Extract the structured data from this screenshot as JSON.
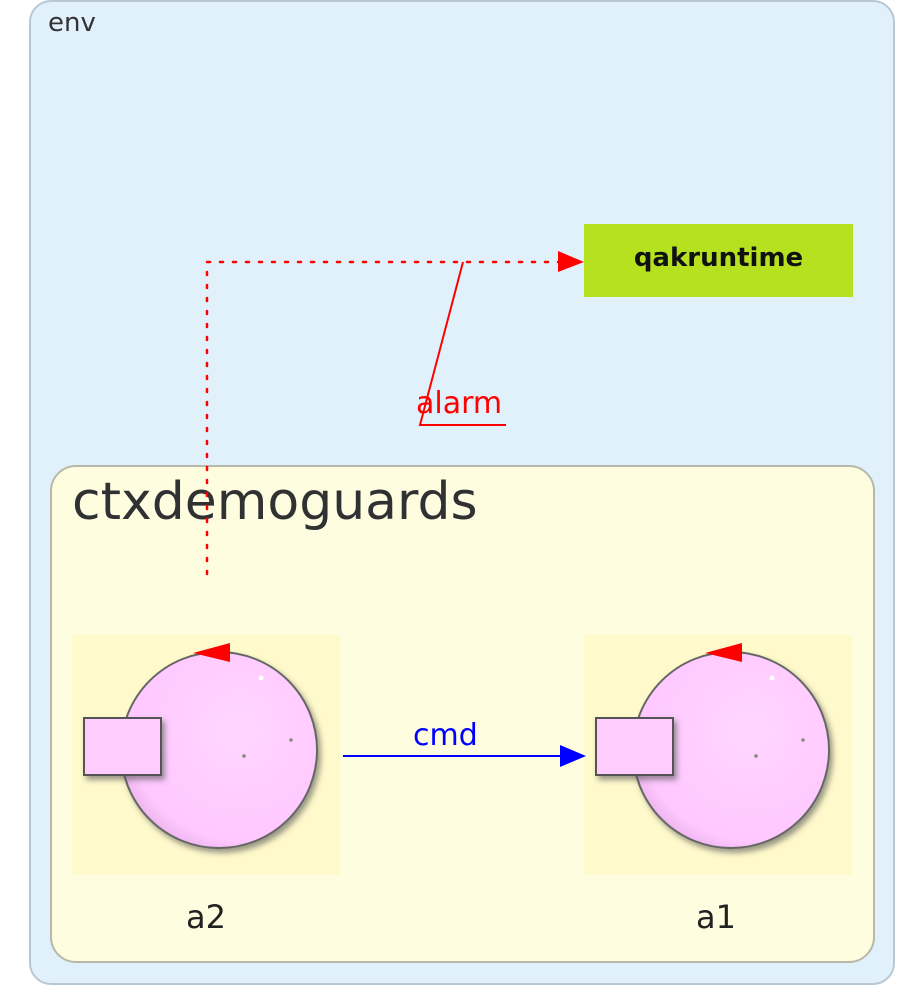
{
  "context_outer": {
    "label": "env"
  },
  "context_inner": {
    "label": "ctxdemoguards"
  },
  "external_node": {
    "label": "qakruntime",
    "color": "#b6e11f"
  },
  "actors": [
    {
      "id": "a2",
      "label": "a2"
    },
    {
      "id": "a1",
      "label": "a1"
    }
  ],
  "edges": [
    {
      "from": "a2",
      "to": "qakruntime",
      "label": "alarm",
      "style": "dotted",
      "color": "#ff0000"
    },
    {
      "from": "a2",
      "to": "a1",
      "label": "cmd",
      "style": "solid",
      "color": "#0000ff"
    }
  ],
  "colors": {
    "env_bg": "#e1f1fb",
    "ctx_bg": "#fefde0",
    "actor_fill": "#ffccff",
    "actor_bg": "#fffacb"
  }
}
